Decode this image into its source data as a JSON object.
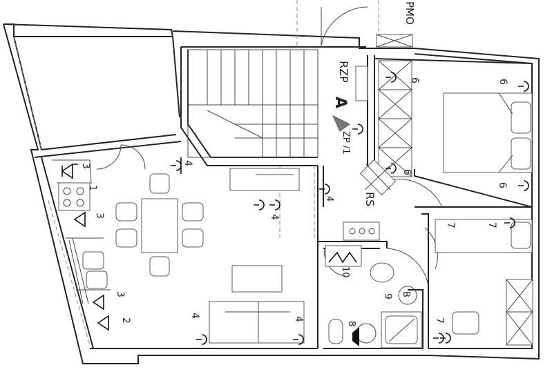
{
  "labels": {
    "pmo": "PMO",
    "rzp": "RZP",
    "zp": "ZP /1",
    "rs": "RS",
    "a": "A",
    "b": "B"
  },
  "circuits": {
    "c1": "1",
    "c2": "2",
    "c3a": "3",
    "c3b": "3",
    "c3c": "3",
    "c4a": "4",
    "c4b": "4",
    "c4c": "4",
    "c4d": "4",
    "c4e": "4",
    "c6a": "6",
    "c6b": "6",
    "c6c": "6",
    "c6d": "6",
    "c7a": "7",
    "c7b": "7",
    "c7c": "7",
    "c8": "8",
    "c9": "9",
    "c10": "10"
  },
  "colors": {
    "wall": "#222222",
    "marker": "#777777"
  }
}
